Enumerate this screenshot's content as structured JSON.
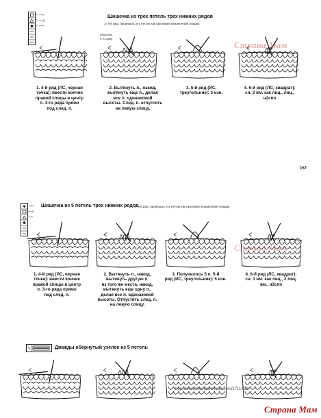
{
  "page_number": "157",
  "section1": {
    "title": "Шишечка из трех петель трех нижних рядов",
    "subtitle": "1–3-й ряд: провязать эту петлю как при вязке изнаночной гладью",
    "label_left": "отпустить",
    "label_left2": "п. в слеву",
    "captions": [
      [
        "1. 4-й ряд (ЛС, черная",
        "точка): ввести кончик",
        "правой спицы в центр",
        "п. 3-го ряда прямо",
        "под след. п."
      ],
      [
        "2. Вытянуть п., накид,",
        "вытянуть еще п., делая",
        "все п. одинаковой",
        "высоты. След. п. отпустить",
        "на левую спицу."
      ],
      [
        "3. 5-й ряд (ИС,",
        "треугольник): 3 изн."
      ],
      [
        "4. 6-й ряд (ЛС, квадрат):",
        "сн. 2 вм. как лиц., лиц.,",
        "н2спп"
      ]
    ]
  },
  "section2": {
    "title": "Шишечка из 5 петель трех нижних рядов",
    "subtitle": "1–3-й ряд: провязать эту петлю как при вязке изнаночной гладью",
    "captions": [
      [
        "1. 4-й ряд (ЛС, черная",
        "точка): ввести кончик",
        "правой спицы в центр",
        "п. 3-го ряда прямо",
        "под след. п."
      ],
      [
        "2. Вытянуть п., накид,",
        "вытянуть другую п.",
        "из того же места, накид,",
        "вытянуть еще одну п.,",
        "делая все п. одинаковой",
        "высоты. Отпустить след. п.",
        "на левую спицу."
      ],
      [
        "3. Получилось 5 п. 5-й",
        "ряд (ИС, треугольник): 5 изн."
      ],
      [
        "4. 6-й ряд (ЛС, квадрат):",
        "сн. 3 вм. как лиц., 2 лиц.",
        "вм., н3спп"
      ]
    ]
  },
  "section3": {
    "title": "Дважды обернутый узелок из 5 петель"
  },
  "watermark": {
    "url": "http://www.liveinternet.ru/users/3711483/",
    "logo": "Страна Мам"
  }
}
